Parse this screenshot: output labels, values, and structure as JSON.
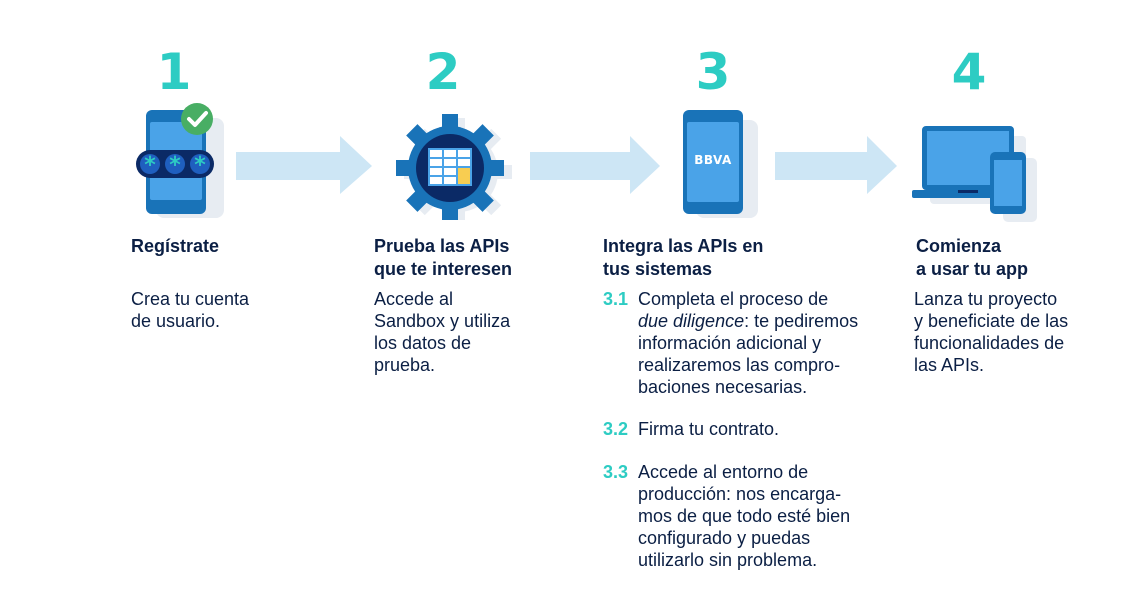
{
  "colors": {
    "accent": "#2dccc3",
    "navy": "#0b1f44",
    "blue": "#1973b8",
    "arrow": "#cde6f5"
  },
  "steps": [
    {
      "number": "1",
      "icon": "phone-password-check-icon",
      "title_lines": [
        "Regístrate"
      ],
      "desc_lines": [
        "Crea tu cuenta",
        "de usuario."
      ]
    },
    {
      "number": "2",
      "icon": "gear-table-icon",
      "title_lines": [
        "Prueba las APIs",
        "que te interesen"
      ],
      "desc_lines": [
        "Accede al",
        "Sandbox y utiliza",
        "los datos de",
        "prueba."
      ]
    },
    {
      "number": "3",
      "icon": "phone-bbva-icon",
      "phone_label": "BBVA",
      "title_lines": [
        "Integra las APIs en",
        "tus sistemas"
      ],
      "substeps": [
        {
          "number": "3.1",
          "lines": [
            "Completa el proceso de",
            "due diligence: te pediremos",
            "información adicional y",
            "realizaremos las compro-",
            "baciones necesarias."
          ],
          "italic": "due diligence"
        },
        {
          "number": "3.2",
          "lines": [
            "Firma tu contrato."
          ]
        },
        {
          "number": "3.3",
          "lines": [
            "Accede al entorno de",
            "producción: nos encarga-",
            "mos de que todo esté bien",
            "configurado y puedas",
            "utilizarlo sin problema."
          ]
        }
      ]
    },
    {
      "number": "4",
      "icon": "laptop-phone-icon",
      "title_lines": [
        "Comienza",
        "a usar tu app"
      ],
      "desc_lines": [
        "Lanza tu proyecto",
        "y beneficiate de las",
        "funcionalidades de",
        "las APIs."
      ]
    }
  ]
}
